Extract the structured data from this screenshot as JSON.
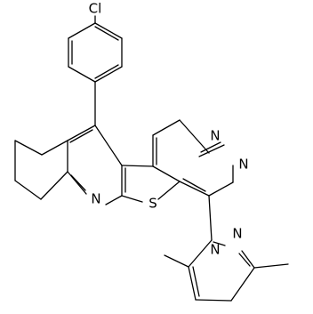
{
  "structure": {
    "atoms": [
      {
        "id": "cl",
        "label": "Cl"
      },
      {
        "id": "n_ring_top",
        "label": "N"
      },
      {
        "id": "n_ring_right",
        "label": "N"
      },
      {
        "id": "n_pyridine",
        "label": "N"
      },
      {
        "id": "s_thiophene",
        "label": "S"
      },
      {
        "id": "n_pyrazole_1",
        "label": "N"
      },
      {
        "id": "n_pyrazole_2",
        "label": "N"
      }
    ]
  }
}
